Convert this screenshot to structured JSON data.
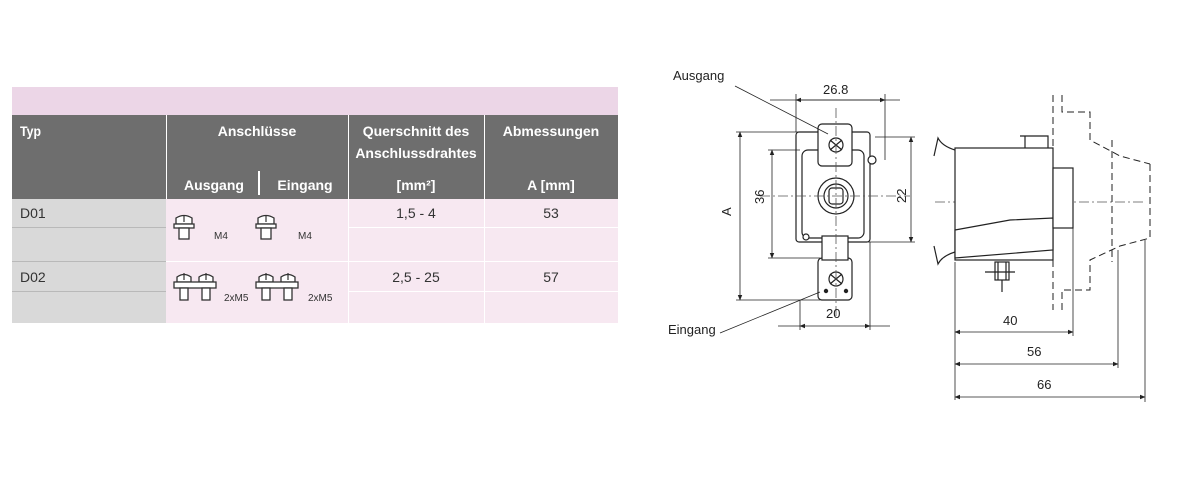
{
  "table": {
    "headers": {
      "typ": "Typ",
      "anschluesse": "Anschlüsse",
      "ausgang": "Ausgang",
      "eingang": "Eingang",
      "querschnitt_line1": "Querschnitt des",
      "querschnitt_line2": "Anschlussdrahtes",
      "querschnitt_unit": "[mm²]",
      "abmessungen": "Abmessungen",
      "abmessungen_unit": "A [mm]"
    },
    "rows": [
      {
        "typ": "D01",
        "ausgang_label": "M4",
        "eingang_label": "M4",
        "querschnitt": "1,5 - 4",
        "a": "53"
      },
      {
        "typ": "D02",
        "ausgang_label": "2xM5",
        "eingang_label": "2xM5",
        "querschnitt": "2,5 - 25",
        "a": "57"
      }
    ]
  },
  "drawing": {
    "label_ausgang": "Ausgang",
    "label_eingang": "Eingang",
    "dim_top": "26.8",
    "dim_a": "A",
    "dim_36": "36",
    "dim_22": "22",
    "dim_20": "20",
    "dim_40": "40",
    "dim_56": "56",
    "dim_66": "66"
  }
}
